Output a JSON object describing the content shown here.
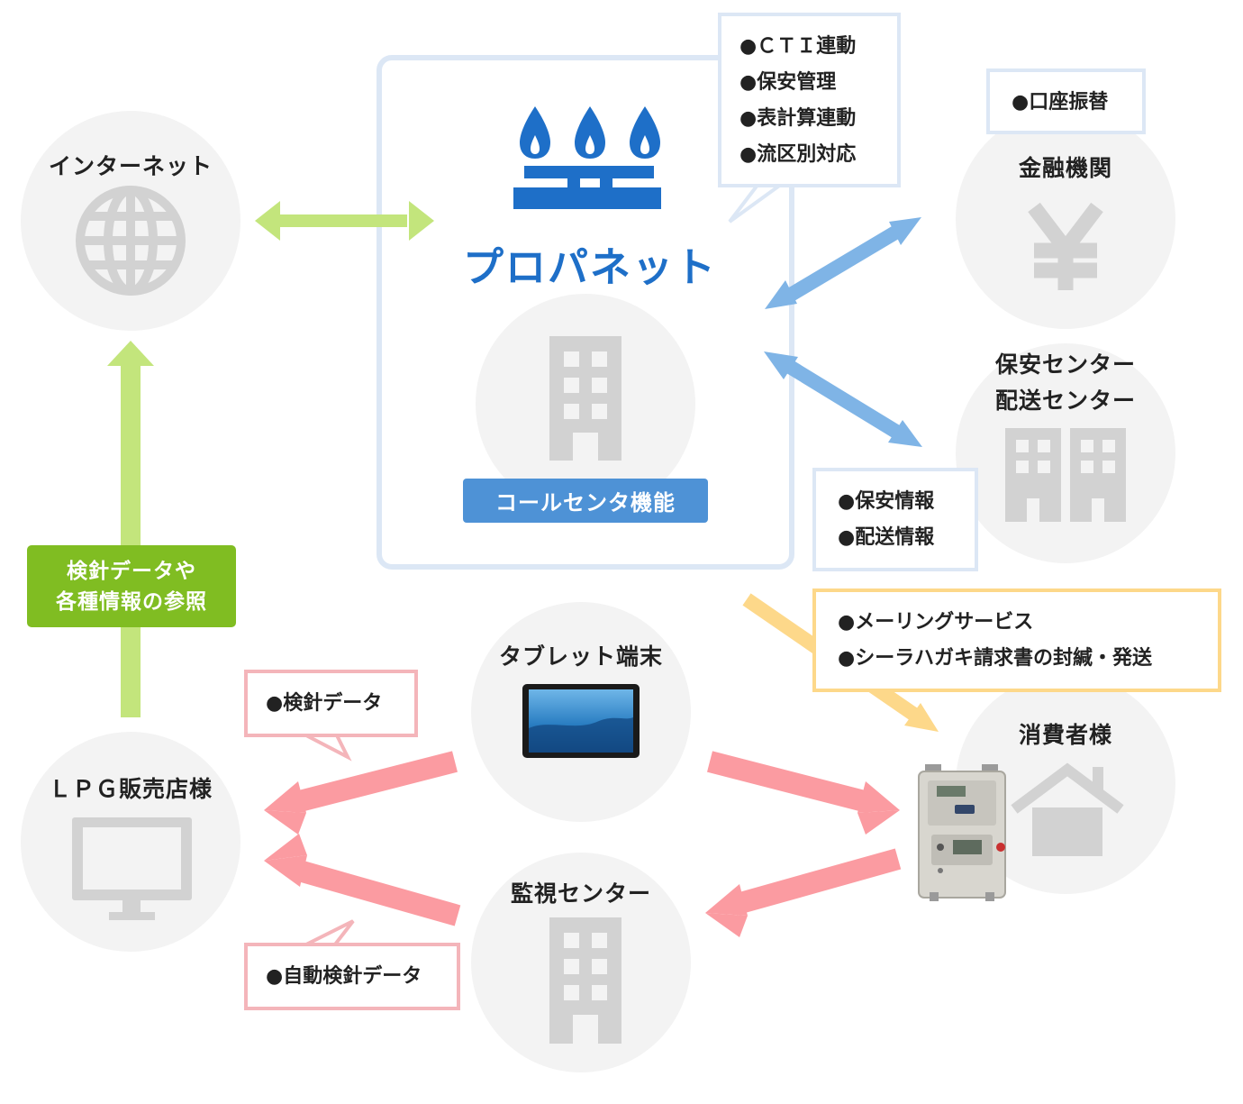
{
  "nodes": {
    "internet": {
      "label": "インターネット"
    },
    "propanet": {
      "brand": "プロパネット",
      "callcenter": "コールセンタ機能"
    },
    "finance": {
      "label": "金融機関"
    },
    "safety": {
      "label_line1": "保安センター",
      "label_line2": "配送センター"
    },
    "tablet": {
      "label": "タブレット端末"
    },
    "lpg": {
      "label": "ＬＰＧ販売店様"
    },
    "monitor": {
      "label": "監視センター"
    },
    "consumer": {
      "label": "消費者様"
    }
  },
  "callouts": {
    "propanet_features": {
      "items": [
        "●ＣＴＩ連動",
        "●保安管理",
        "●表計算連動",
        "●流区別対応"
      ]
    },
    "finance": {
      "items": [
        "●口座振替"
      ]
    },
    "safety": {
      "items": [
        "●保安情報",
        "●配送情報"
      ]
    },
    "mailing": {
      "items": [
        "●メーリングサービス",
        "●シーラハガキ請求書の封緘・発送"
      ]
    },
    "meter_data": {
      "items": [
        "●検針データ"
      ]
    },
    "auto_meter_data": {
      "items": [
        "●自動検針データ"
      ]
    }
  },
  "green_badge": {
    "line1": "検針データや",
    "line2": "各種情報の参照"
  },
  "icons": {
    "internet": "globe-icon",
    "propanet": "gas-burner-icon",
    "callcenter": "building-icon",
    "finance": "yen-icon",
    "safety": "twin-building-icon",
    "tablet": "tablet-icon",
    "lpg": "monitor-icon",
    "monitor": "building-icon",
    "consumer": "house-icon",
    "meter": "gas-meter-icon"
  },
  "colors": {
    "green_arrow": "#c3e57c",
    "blue_arrow": "#7fb4e6",
    "pink_arrow": "#fb9ba1",
    "yellow_arrow": "#fdd88a",
    "brand_blue": "#1e6fc8",
    "circle_bg": "#f3f3f3",
    "icon_grey": "#d2d2d2"
  }
}
